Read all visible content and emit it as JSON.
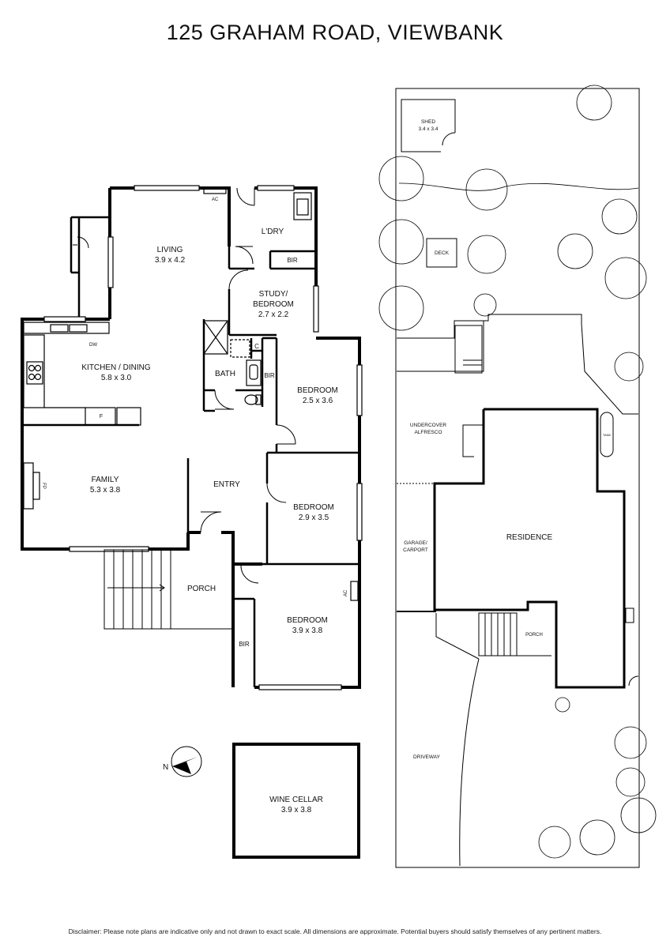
{
  "title": "125 GRAHAM ROAD, VIEWBANK",
  "rooms": {
    "living": {
      "name": "LIVING",
      "dims": "3.9 x 4.2"
    },
    "laundry": {
      "name": "L'DRY"
    },
    "bir_laundry": {
      "name": "BIR"
    },
    "study": {
      "name_line1": "STUDY/",
      "name_line2": "BEDROOM",
      "dims": "2.7 x 2.2"
    },
    "kitchen": {
      "name": "KITCHEN / DINING",
      "dims": "5.8 x 3.0"
    },
    "bath": {
      "name": "BATH"
    },
    "bir_bath": {
      "name": "BIR"
    },
    "c_cupboard": {
      "name": "C"
    },
    "bedroom1": {
      "name": "BEDROOM",
      "dims": "2.5 x 3.6"
    },
    "family": {
      "name": "FAMILY",
      "dims": "5.3 x 3.8"
    },
    "entry": {
      "name": "ENTRY"
    },
    "bedroom2": {
      "name": "BEDROOM",
      "dims": "2.9 x 3.5"
    },
    "porch": {
      "name": "PORCH"
    },
    "bedroom3": {
      "name": "BEDROOM",
      "dims": "3.9 x 3.8"
    },
    "bir_bed3": {
      "name": "BIR"
    },
    "wine_cellar": {
      "name": "WINE CELLAR",
      "dims": "3.9 x 3.8"
    }
  },
  "fixtures": {
    "ac1": "AC",
    "ac2": "AC",
    "dw": "DW",
    "fridge": "F",
    "fireplace": "FP"
  },
  "compass": {
    "north": "N"
  },
  "site": {
    "shed": {
      "name": "SHED",
      "dims": "3.4 x 3.4"
    },
    "deck": "DECK",
    "alfresco_line1": "UNDERCOVER",
    "alfresco_line2": "ALFRESCO",
    "tank": "TANK",
    "garage_line1": "GARAGE/",
    "garage_line2": "CARPORT",
    "residence": "RESIDENCE",
    "porch": "PORCH",
    "driveway": "DRIVEWAY"
  },
  "disclaimer": "Disclaimer: Please note plans are indicative only and not drawn to exact scale. All dimensions are approximate. Potential buyers should satisfy themselves of any pertinent matters."
}
